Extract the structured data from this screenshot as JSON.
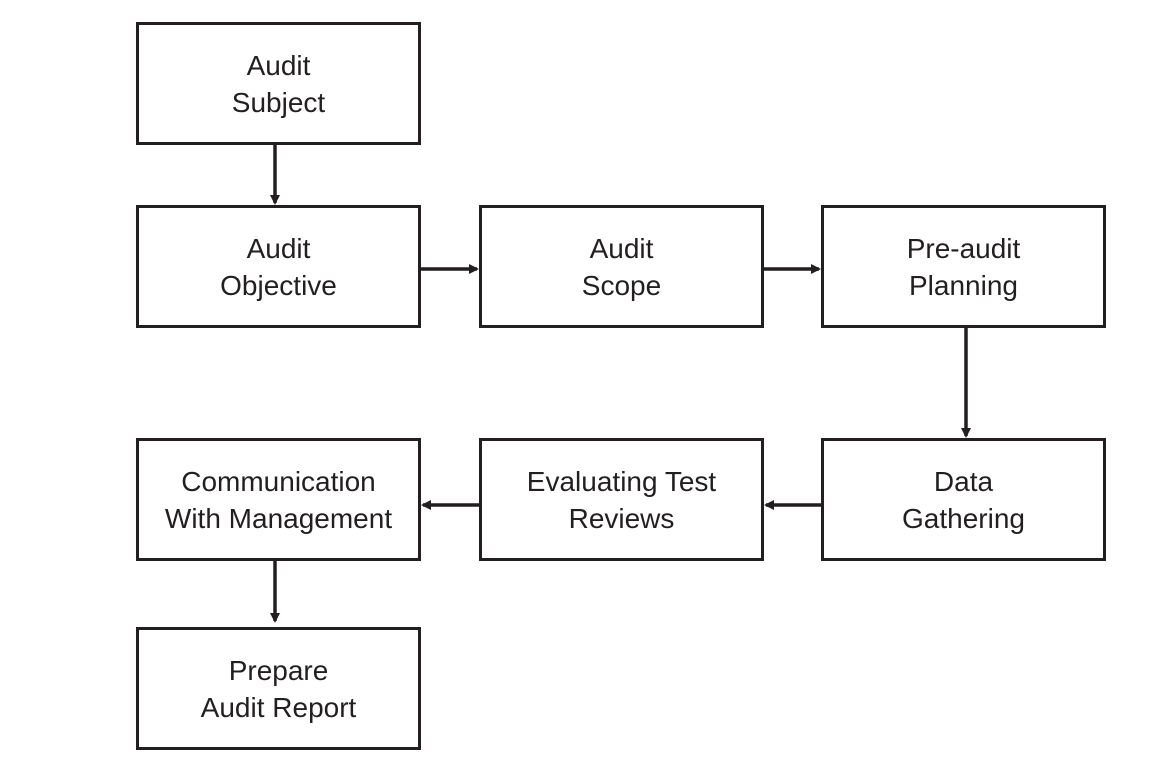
{
  "diagram": {
    "colors": {
      "stroke": "#231f20",
      "fill": "#ffffff"
    },
    "nodes": [
      {
        "id": "audit-subject",
        "lines": [
          "Audit",
          "Subject"
        ]
      },
      {
        "id": "audit-objective",
        "lines": [
          "Audit",
          "Objective"
        ]
      },
      {
        "id": "audit-scope",
        "lines": [
          "Audit",
          "Scope"
        ]
      },
      {
        "id": "pre-audit-planning",
        "lines": [
          "Pre-audit",
          "Planning"
        ]
      },
      {
        "id": "data-gathering",
        "lines": [
          "Data",
          "Gathering"
        ]
      },
      {
        "id": "evaluating-test-reviews",
        "lines": [
          "Evaluating Test",
          "Reviews"
        ]
      },
      {
        "id": "communication-with-management",
        "lines": [
          "Communication",
          "With Management"
        ]
      },
      {
        "id": "prepare-audit-report",
        "lines": [
          "Prepare",
          "Audit Report"
        ]
      }
    ],
    "edges": [
      {
        "from": "audit-subject",
        "to": "audit-objective"
      },
      {
        "from": "audit-objective",
        "to": "audit-scope"
      },
      {
        "from": "audit-scope",
        "to": "pre-audit-planning"
      },
      {
        "from": "pre-audit-planning",
        "to": "data-gathering"
      },
      {
        "from": "data-gathering",
        "to": "evaluating-test-reviews"
      },
      {
        "from": "evaluating-test-reviews",
        "to": "communication-with-management"
      },
      {
        "from": "communication-with-management",
        "to": "prepare-audit-report"
      }
    ]
  }
}
